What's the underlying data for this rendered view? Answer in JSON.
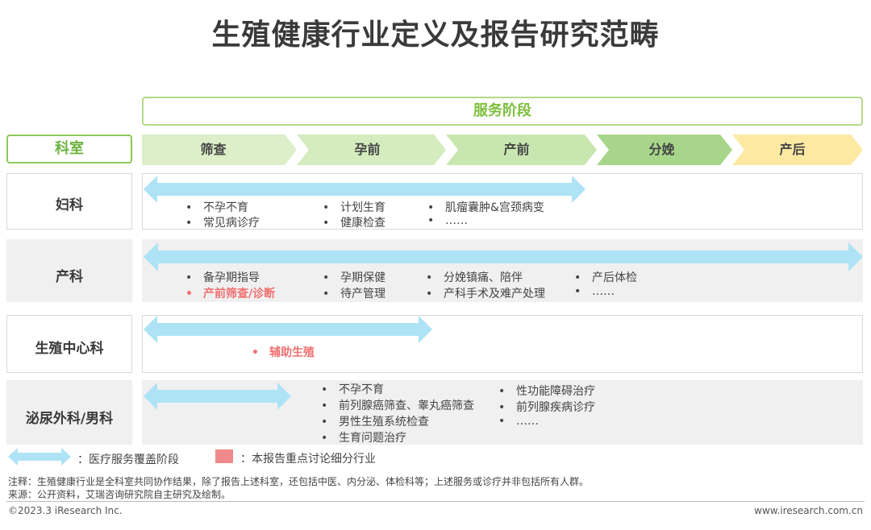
{
  "title": "生殖健康行业定义及报告研究范畴",
  "service_stage_label": "服务阶段",
  "dept_header": "科室",
  "stages": [
    "筛查",
    "孕前",
    "产前",
    "分娩",
    "产后"
  ],
  "colors": {
    "arrow": "#aee3f5",
    "highlight": "#f08a8a",
    "stage_screen": "#dcefc8",
    "stage_prepreg": "#d4ecbe",
    "stage_prenatal": "#c8e7b0",
    "stage_delivery": "#a7d68a",
    "stage_postnatal": "#fde9a2"
  },
  "departments": [
    {
      "name": "妇科",
      "items": [
        "不孕不育",
        "常见病诊疗",
        "计划生育",
        "健康检查",
        "肌瘤囊肿&宫颈病变",
        "……"
      ]
    },
    {
      "name": "产科",
      "items": [
        "备孕期指导",
        "产前筛查/诊断",
        "孕期保健",
        "待产管理",
        "分娩镇痛、陪伴",
        "产科手术及难产处理",
        "产后体检",
        "……"
      ]
    },
    {
      "name": "生殖中心科",
      "items": [
        "辅助生殖"
      ]
    },
    {
      "name": "泌尿外科/男科",
      "items": [
        "不孕不育",
        "前列腺癌筛查、睾丸癌筛查",
        "男性生殖系统检查",
        "生育问题治疗",
        "性功能障碍治疗",
        "前列腺疾病诊疗",
        "……"
      ]
    }
  ],
  "bullet": "•",
  "legend": {
    "arrow_label": "：医疗服务覆盖阶段",
    "swatch_label": "：本报告重点讨论细分行业"
  },
  "notes": {
    "note": "注释：生殖健康行业是全科室共同协作结果，除了报告上述科室，还包括中医、内分泌、体检科等；上述服务或诊疗并非包括所有人群。",
    "source": "来源：公开资料，艾瑞咨询研究院自主研究及绘制。"
  },
  "footer": {
    "copyright": "©2023.3 iResearch Inc.",
    "website": "www.iresearch.com.cn"
  }
}
